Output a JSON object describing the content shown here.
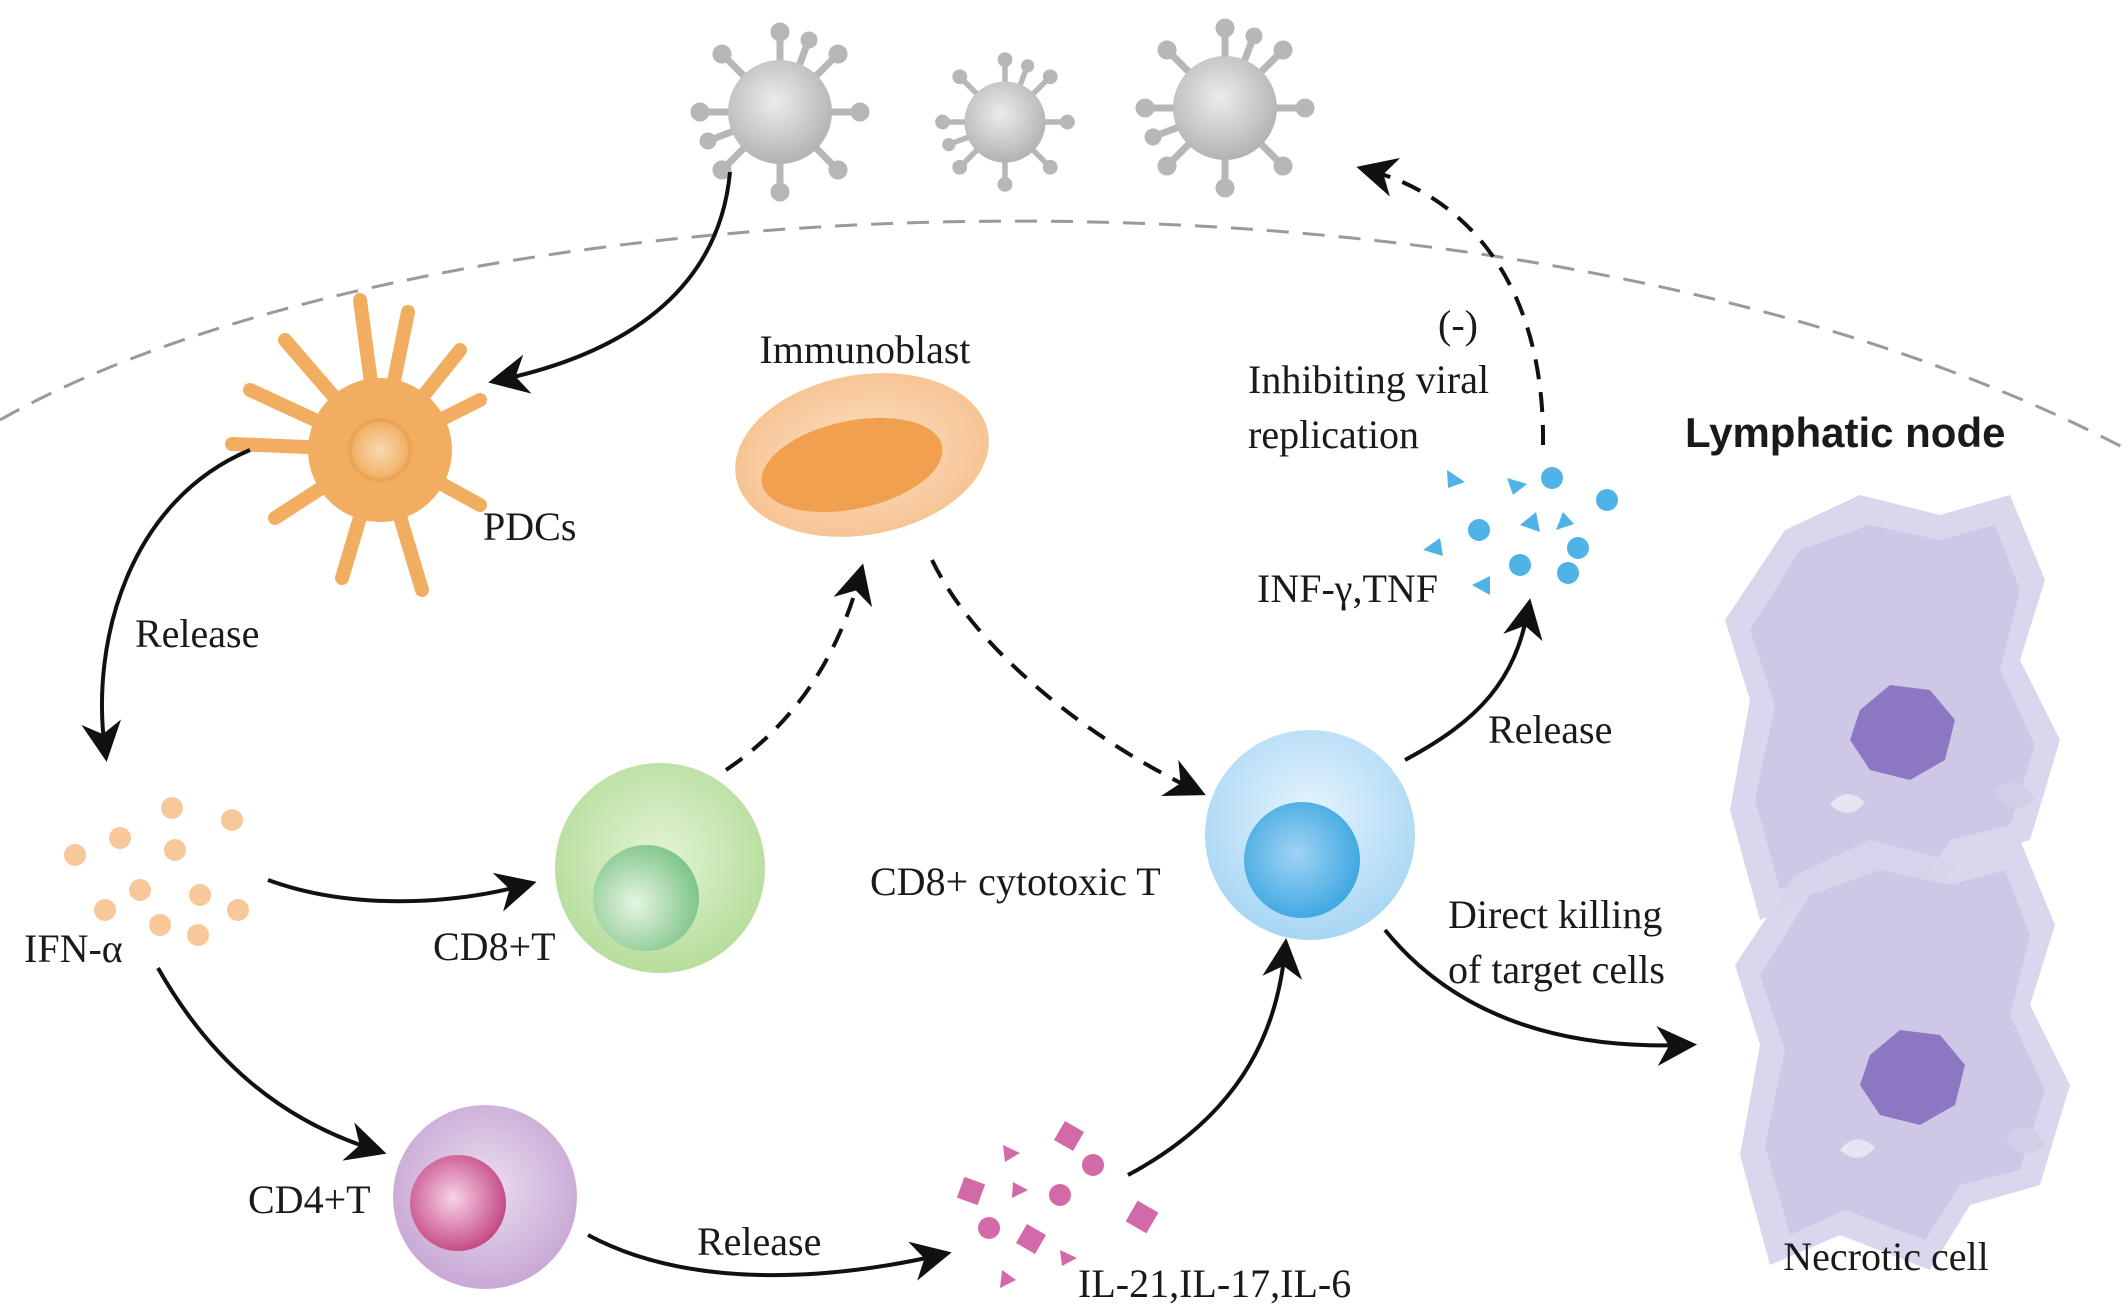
{
  "labels": {
    "immunoblast": "Immunoblast",
    "neg_sign": "(-)",
    "inhibit_line1": "Inhibiting viral",
    "inhibit_line2": "replication",
    "lymph_node": "Lymphatic node",
    "pdcs": "PDCs",
    "release_left": "Release",
    "inf_tnf": "INF-γ,TNF",
    "release_right": "Release",
    "ifn_alpha": "IFN-α",
    "cd8t": "CD8+T",
    "cd8_cytotoxic": "CD8+ cytotoxic T",
    "direct_killing_line1": "Direct killing",
    "direct_killing_line2": "of target cells",
    "cd4t": "CD4+T",
    "release_bottom": "Release",
    "interleukins": "IL-21,IL-17,IL-6",
    "necrotic_cell": "Necrotic cell"
  },
  "colors": {
    "virus": "#bdbdbd",
    "pdc": "#f2b26b",
    "ifn_dots": "#f9c89a",
    "cd8t": "#a8d98e",
    "immunoblast": "#f2a24f",
    "cytotoxic": "#7cc0ec",
    "cd4t": "#b07fc4",
    "interleukin_particles": "#d26aa8",
    "inf_particles": "#4fb3e8",
    "necrotic": "#c7c0e2",
    "arrow": "#111111",
    "boundary": "#9a9a9a"
  },
  "icons": [
    "virus-icon",
    "pdc-cell-icon",
    "immunoblast-icon",
    "cd8t-cell-icon",
    "cytotoxic-t-cell-icon",
    "cd4t-cell-icon",
    "necrotic-cell-icon"
  ]
}
